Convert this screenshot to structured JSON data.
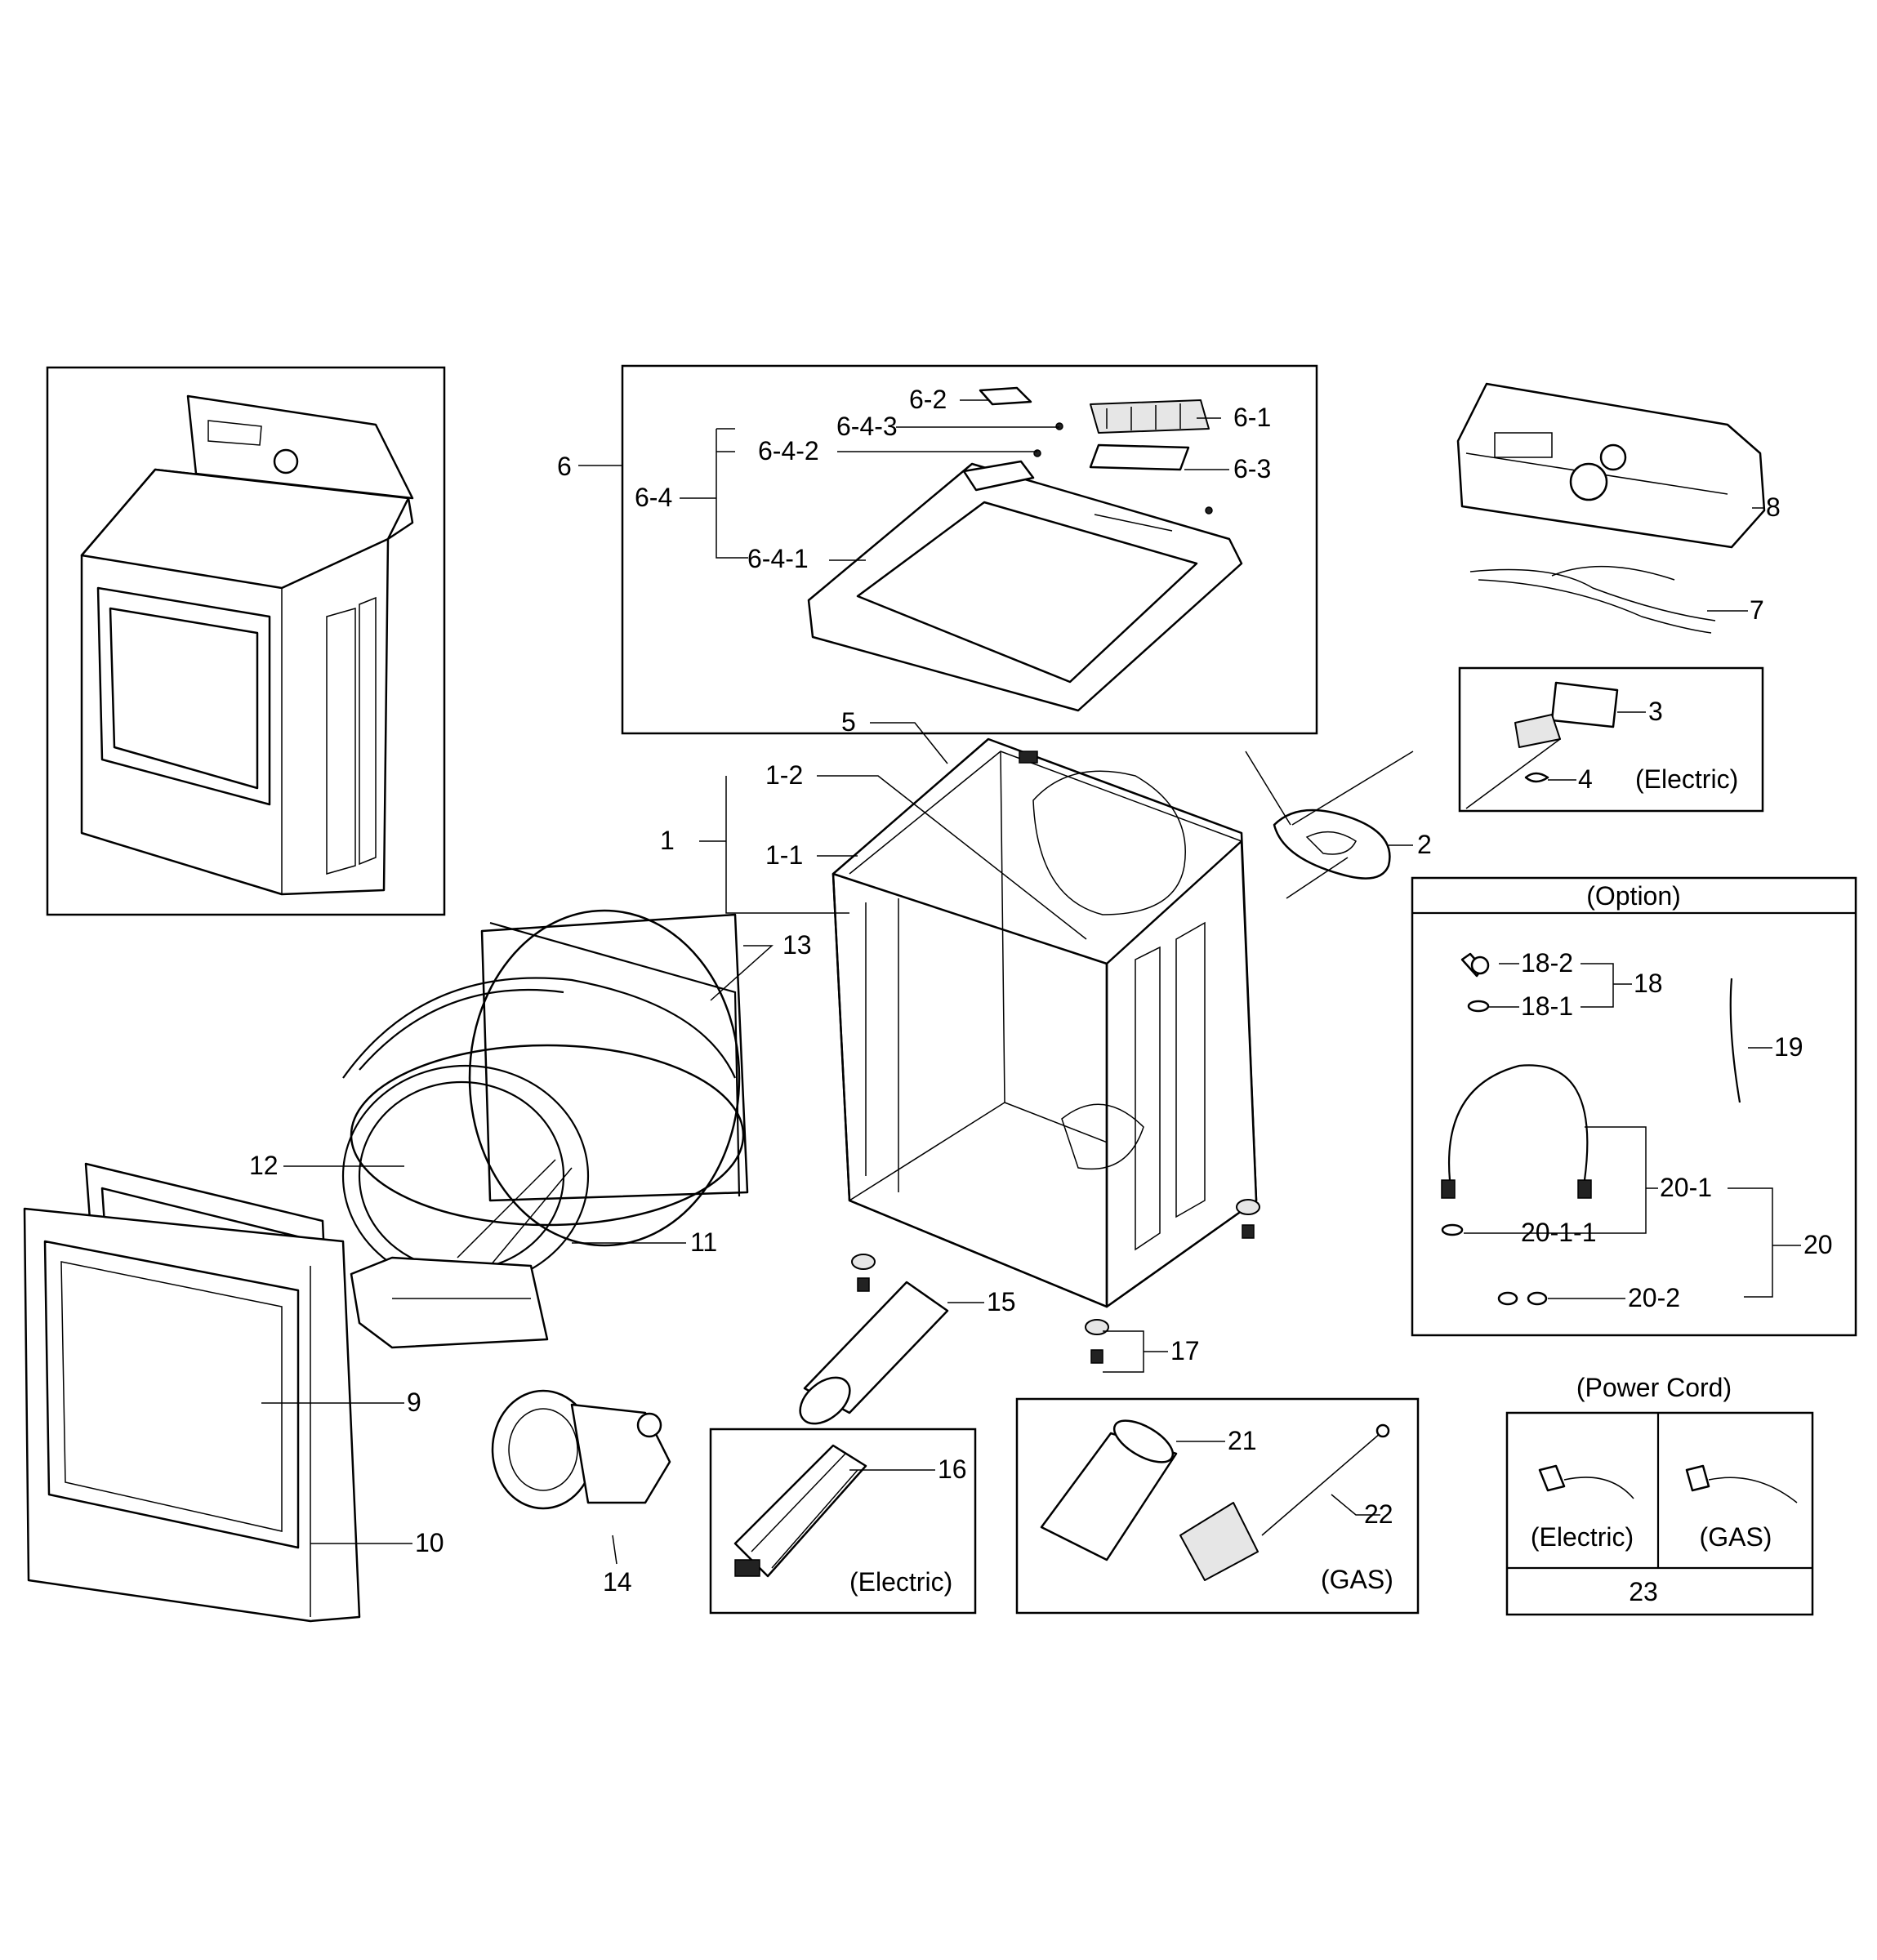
{
  "labels": {
    "p6_2": "6-2",
    "p6_1": "6-1",
    "p6_4_3": "6-4-3",
    "p6_4_2": "6-4-2",
    "p6": "6",
    "p6_4": "6-4",
    "p6_3": "6-3",
    "p6_4_1": "6-4-1",
    "p8": "8",
    "p7": "7",
    "p5": "5",
    "p3": "3",
    "p4": "4",
    "p1_2": "1-2",
    "p1": "1",
    "p1_1": "1-1",
    "p2": "2",
    "p13": "13",
    "p18_2": "18-2",
    "p18": "18",
    "p18_1": "18-1",
    "p19": "19",
    "p12": "12",
    "p11": "11",
    "p20_1": "20-1",
    "p20": "20",
    "p20_1_1": "20-1-1",
    "p20_2": "20-2",
    "p15": "15",
    "p17": "17",
    "p9": "9",
    "p21": "21",
    "p16": "16",
    "p22": "22",
    "p10": "10",
    "p14": "14",
    "p23": "23"
  },
  "notes": {
    "electric_top": "(Electric)",
    "option": "(Option)",
    "power_cord": "(Power Cord)",
    "electric_heater": "(Electric)",
    "gas_burner": "(GAS)",
    "cord_electric": "(Electric)",
    "cord_gas": "(GAS)"
  }
}
